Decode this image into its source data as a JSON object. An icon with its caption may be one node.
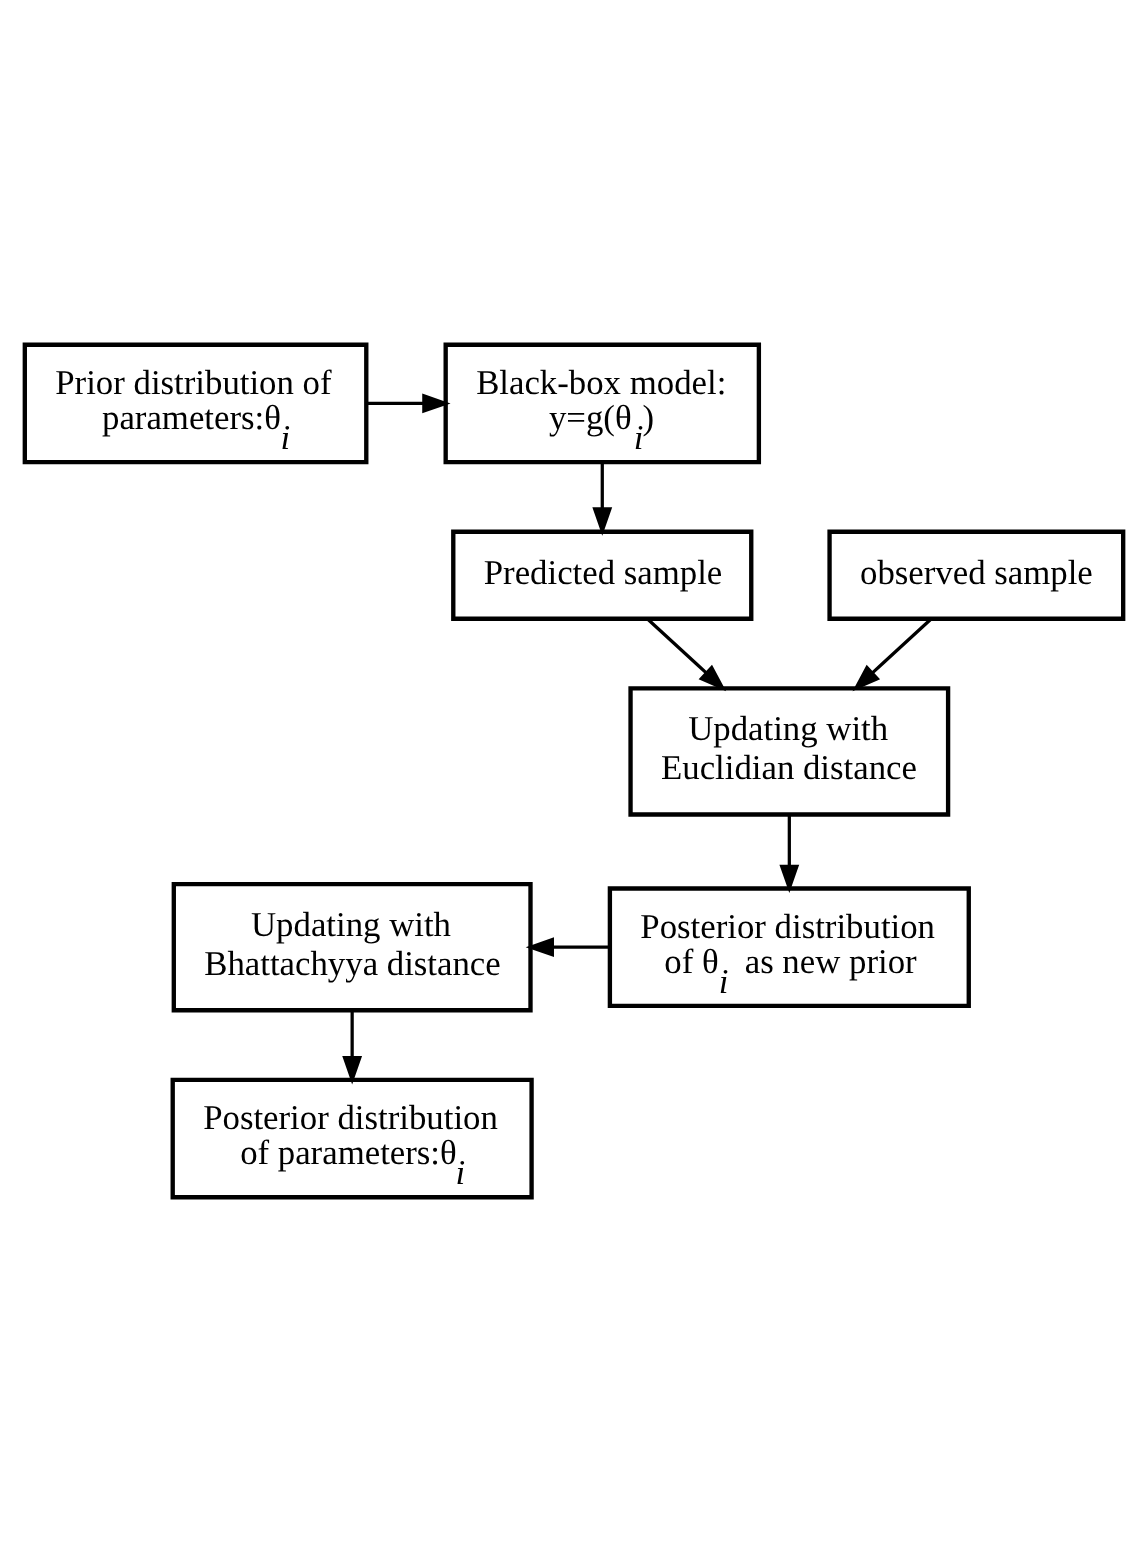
{
  "diagram": {
    "nodes": [
      {
        "text": [
          "Prior distribution of parameters:θ$_{i}$"
        ]
      },
      {
        "text": [
          "Black-box model: y=g(θ$_{i}$)"
        ]
      },
      {
        "text": [
          "observed sample"
        ]
      },
      {
        "text": [
          "Predicted sample"
        ]
      },
      {
        "text": [
          "Updating with Euclidian distance"
        ]
      },
      {
        "text": [
          "Posterior distribution of θ$_{i}$ as new prior"
        ]
      },
      {
        "text": [
          "Updating with Bhattachyya distance"
        ]
      },
      {
        "text": [
          "Posterior distribution of parameters:θ$_{i}$"
        ]
      }
    ],
    "edges": [
      {
        "from": 0,
        "to": 1,
        "arrow": "to"
      },
      {
        "from": 1,
        "to": 3,
        "arrow": "to"
      },
      {
        "from": 2,
        "to": 4,
        "arrow": "to"
      },
      {
        "from": 3,
        "to": 4,
        "arrow": "to"
      },
      {
        "from": 4,
        "to": 5,
        "arrow": "to"
      },
      {
        "from": 5,
        "to": 6,
        "arrow": "to"
      },
      {
        "from": 6,
        "to": 7,
        "arrow": "to"
      }
    ]
  }
}
